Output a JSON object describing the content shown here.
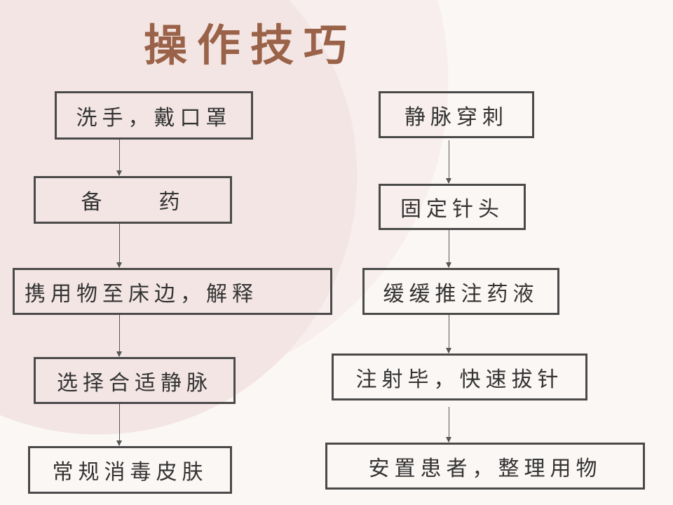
{
  "title": "操作技巧",
  "left_steps": [
    "洗手，戴口罩",
    "备　　药",
    "携用物至床边，解释",
    "选择合适静脉",
    "常规消毒皮肤"
  ],
  "right_steps": [
    "静脉穿刺",
    "固定针头",
    "缓缓推注药液",
    "注射毕，快速拔针",
    "安置患者，整理用物"
  ]
}
